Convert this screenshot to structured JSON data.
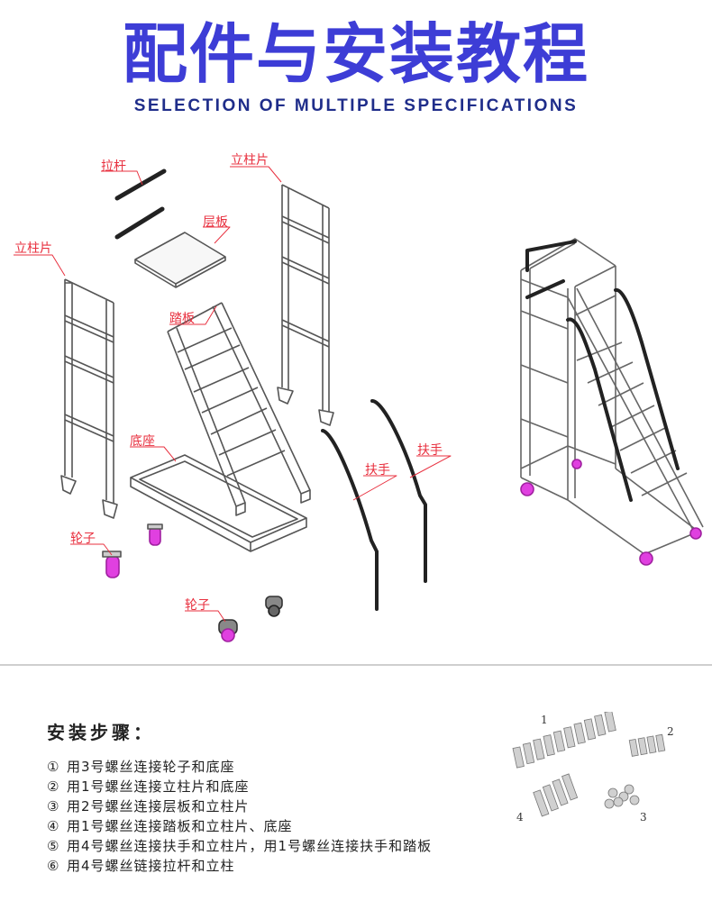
{
  "header": {
    "title": "配件与安装教程",
    "subtitle": "SELECTION OF MULTIPLE SPECIFICATIONS"
  },
  "diagram": {
    "labels": {
      "pull_rod": "拉杆",
      "column_left": "立柱片",
      "column_right": "立柱片",
      "shelf_board": "层板",
      "step_board": "踏板",
      "base": "底座",
      "handrail_1": "扶手",
      "handrail_2": "扶手",
      "wheel_1": "轮子",
      "wheel_2": "轮子"
    },
    "colors": {
      "label": "#e8303f",
      "wheel": "#e040e0",
      "frame": "#555555",
      "title": "#3d3dd6"
    }
  },
  "installation": {
    "title": "安装步骤：",
    "steps": [
      {
        "num": "①",
        "text": "用3号螺丝连接轮子和底座"
      },
      {
        "num": "②",
        "text": "用1号螺丝连接立柱片和底座"
      },
      {
        "num": "③",
        "text": "用2号螺丝连接层板和立柱片"
      },
      {
        "num": "④",
        "text": "用1号螺丝连接踏板和立柱片、底座"
      },
      {
        "num": "⑤",
        "text": "用4号螺丝连接扶手和立柱片，用1号螺丝连接扶手和踏板"
      },
      {
        "num": "⑥",
        "text": "用4号螺丝链接拉杆和立柱"
      }
    ],
    "screw_numbers": [
      "1",
      "2",
      "3",
      "4"
    ]
  }
}
